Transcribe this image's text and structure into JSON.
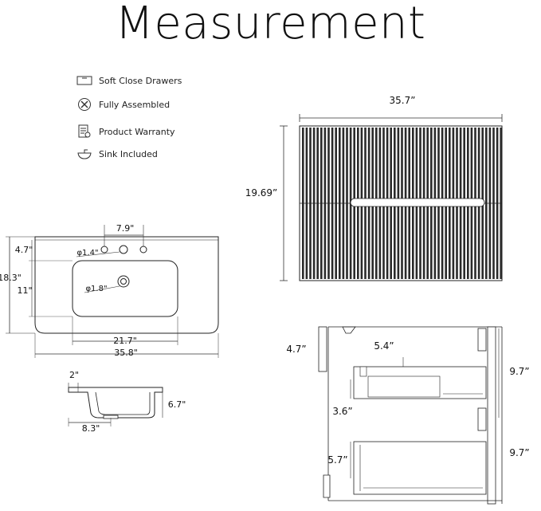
{
  "title": "Measurement",
  "features": [
    {
      "icon": "drawer-icon",
      "label": "Soft Close Drawers"
    },
    {
      "icon": "tools-icon",
      "label": "Fully Assembled"
    },
    {
      "icon": "warranty-icon",
      "label": "Product Warranty"
    },
    {
      "icon": "sink-icon",
      "label": "Sink Included"
    }
  ],
  "front_view": {
    "width": "35.7”",
    "height": "19.69”"
  },
  "sink_top": {
    "faucet_spacing": "7.9\"",
    "hole_diameter": "φ1.4\"",
    "drain_diameter": "φ1.8\"",
    "back_depth": "4.7\"",
    "total_depth": "18.3\"",
    "basin_depth": "11\"",
    "basin_width": "21.7\"",
    "total_width": "35.8\""
  },
  "sink_profile": {
    "rim": "2\"",
    "depth": "6.7\"",
    "drain_offset": "8.3\""
  },
  "side_view": {
    "top_gap": "4.7”",
    "drawer_cut": "5.4”",
    "upper_height": "9.7”",
    "inner_height": "3.6”",
    "lower_offset": "5.7”",
    "lower_height": "9.7”"
  }
}
